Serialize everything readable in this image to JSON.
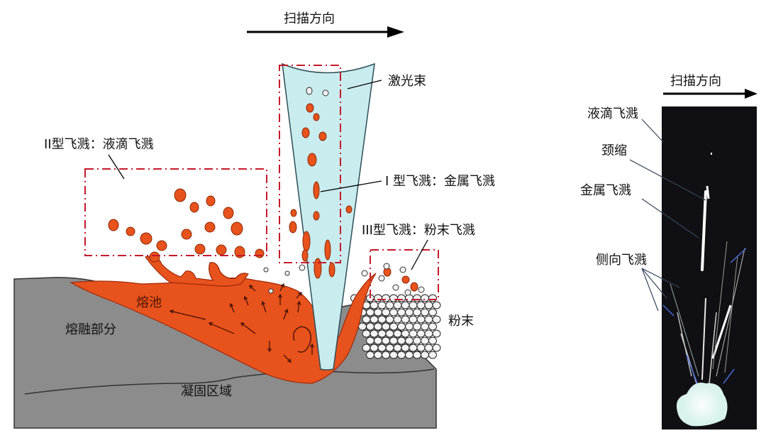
{
  "main_diagram": {
    "scan_direction": "扫描方向",
    "laser_beam": "激光束",
    "type2_spatter": "II型飞溅：液滴飞溅",
    "type1_spatter": "I 型飞溅：金属飞溅",
    "type3_spatter": "III型飞溅：粉末飞溅",
    "powder": "粉末",
    "melt_pool": "熔池",
    "fused_part": "熔融部分",
    "solidified_zone": "凝固区域"
  },
  "photo_panel": {
    "scan_direction": "扫描方向",
    "droplet_spatter": "液滴飞溅",
    "necking": "颈缩",
    "metal_spatter": "金属飞溅",
    "side_spatter": "侧向飞溅"
  },
  "colors": {
    "substrate": "#8a8a8a",
    "melt_pool": "#e8521c",
    "laser_beam": "#c9ecee",
    "dashed_box": "#c41a2c",
    "photo_bg": "#101014"
  }
}
